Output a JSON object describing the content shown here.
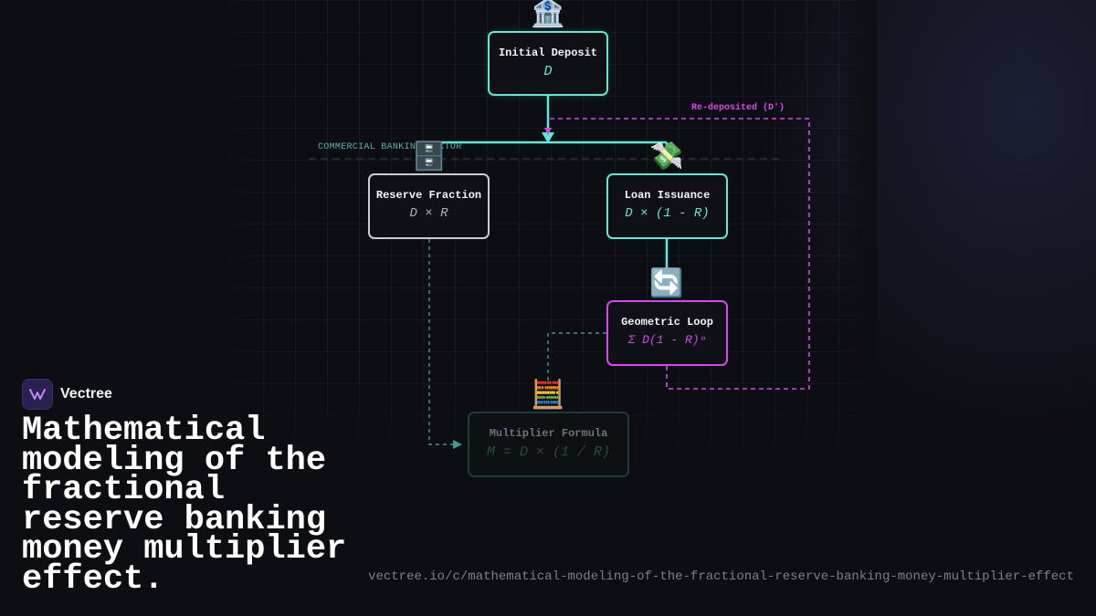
{
  "diagram": {
    "section_label": "COMMERCIAL BANKING SECTOR",
    "loop_label": "Re-deposited (D')",
    "nodes": {
      "deposit": {
        "title": "Initial Deposit",
        "formula": "D",
        "icon": "🏦",
        "icon_name": "bank-icon"
      },
      "reserve": {
        "title": "Reserve Fraction",
        "formula": "D × R",
        "icon": "🗄️",
        "icon_name": "file-cabinet-icon"
      },
      "loan": {
        "title": "Loan Issuance",
        "formula": "D × (1 - R)",
        "icon": "💸",
        "icon_name": "money-with-wings-icon"
      },
      "loop": {
        "title": "Geometric Loop",
        "formula": "Σ D(1 - R)ⁿ",
        "icon": "🔄",
        "icon_name": "counterclockwise-arrows-icon"
      },
      "multiplier": {
        "title": "Multiplier Formula",
        "formula": "M = D × (1 / R)",
        "icon": "🧮",
        "icon_name": "abacus-icon"
      }
    },
    "colors": {
      "teal": "#5eead4",
      "magenta": "#d946ef",
      "gray": "#c9ced6"
    }
  },
  "brand": {
    "name": "Vectree"
  },
  "headline": "Mathematical modeling of the fractional reserve banking money multiplier effect.",
  "url": "vectree.io/c/mathematical-modeling-of-the-fractional-reserve-banking-money-multiplier-effect"
}
